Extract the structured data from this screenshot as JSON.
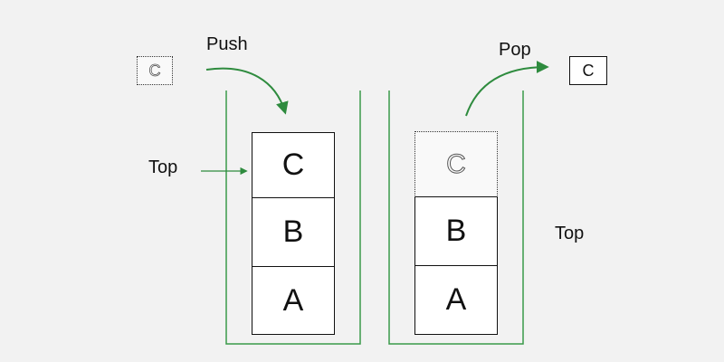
{
  "push_panel": {
    "operation_label": "Push",
    "top_label": "Top",
    "incoming_item": "C",
    "stack_items": [
      "C",
      "B",
      "A"
    ]
  },
  "pop_panel": {
    "operation_label": "Pop",
    "top_label": "Top",
    "outgoing_item": "C",
    "removed_item_ghost": "C",
    "stack_items": [
      "B",
      "A"
    ]
  },
  "colors": {
    "container_green": "#3a9a4a",
    "arrow_green": "#2e8b3e",
    "background": "#f2f2f2"
  }
}
